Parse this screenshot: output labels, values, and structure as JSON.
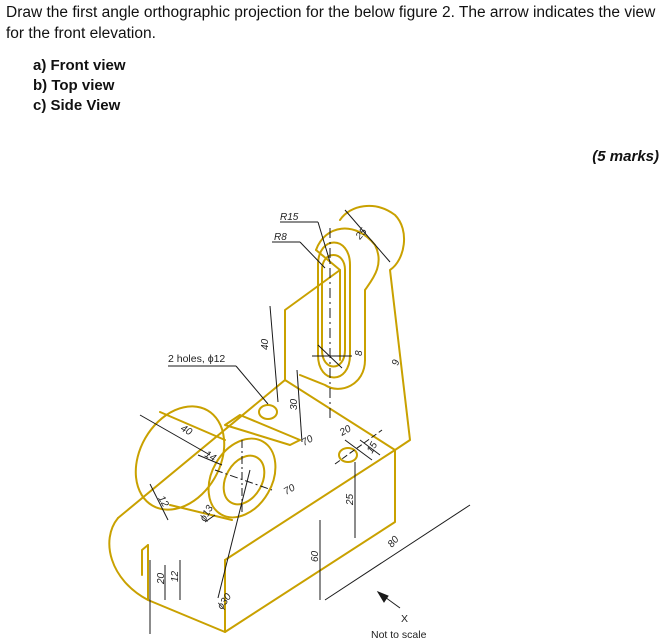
{
  "question": {
    "text": "Draw the first angle orthographic projection for the below figure 2. The arrow indicates the view for the front elevation.",
    "parts": [
      {
        "label": "a) Front view"
      },
      {
        "label": "b) Top view"
      },
      {
        "label": "c) Side View"
      }
    ],
    "marks": "(5 marks)"
  },
  "figure": {
    "leader_labels": {
      "r15": "R15",
      "r8": "R8",
      "holes": "2 holes, ϕ12"
    },
    "dimensions": {
      "d25_top": "25",
      "d40": "40",
      "d8": "8",
      "d9": "9",
      "d30": "30",
      "d20": "20",
      "d15": "15",
      "d70a": "70",
      "d40_left": "40",
      "d14": "14",
      "d70b": "70",
      "d25_mid": "25",
      "d12a": "12",
      "d13": "ϕ13",
      "d80": "80",
      "d60": "60",
      "d20_bot": "20",
      "d12b": "12",
      "d30_bot": "ϕ30"
    },
    "arrow_label": "X",
    "scale_note": "Not to scale",
    "colors": {
      "outline": "#c9a100",
      "dimension": "#1a1a1a"
    }
  }
}
